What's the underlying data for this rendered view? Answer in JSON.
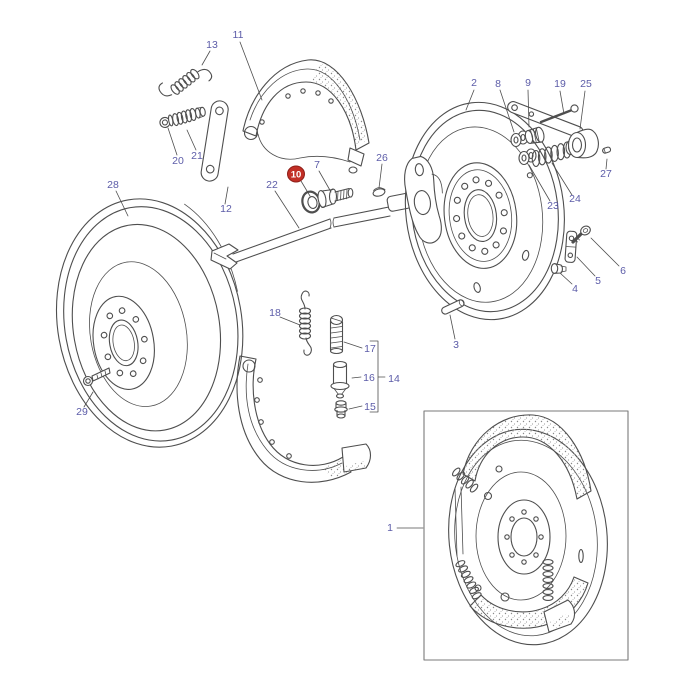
{
  "page": {
    "background_color": "#ffffff"
  },
  "diagram": {
    "kind": "exploded-parts-diagram",
    "subject": "drum brake assembly",
    "line_color": "#4e4e4e",
    "label_color": "#5c5ca8",
    "highlight": {
      "label": "10",
      "badge_fill": "#c22f26",
      "badge_text_color": "#ffffff"
    },
    "inset_box": {
      "border_color": "#7a7a7a"
    }
  },
  "callouts": [
    {
      "label": "1"
    },
    {
      "label": "2"
    },
    {
      "label": "3"
    },
    {
      "label": "4"
    },
    {
      "label": "5"
    },
    {
      "label": "6"
    },
    {
      "label": "7"
    },
    {
      "label": "8"
    },
    {
      "label": "9"
    },
    {
      "label": "10"
    },
    {
      "label": "11"
    },
    {
      "label": "12"
    },
    {
      "label": "13"
    },
    {
      "label": "14"
    },
    {
      "label": "15"
    },
    {
      "label": "16"
    },
    {
      "label": "17"
    },
    {
      "label": "18"
    },
    {
      "label": "19"
    },
    {
      "label": "20"
    },
    {
      "label": "21"
    },
    {
      "label": "22"
    },
    {
      "label": "23"
    },
    {
      "label": "24"
    },
    {
      "label": "25"
    },
    {
      "label": "26"
    },
    {
      "label": "27"
    },
    {
      "label": "28"
    },
    {
      "label": "29"
    }
  ]
}
